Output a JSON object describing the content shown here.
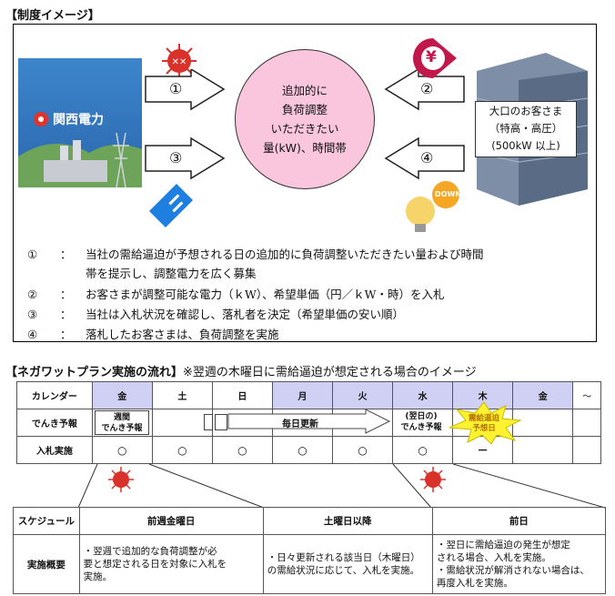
{
  "section1": {
    "title": "【制度イメージ】",
    "company": "関西電力",
    "center_lines": [
      "追加的に",
      "負荷調整",
      "いただきたい",
      "量(kW)、時間帯"
    ],
    "arrow_labels": [
      "①",
      "③",
      "②",
      "④"
    ],
    "customer_lines": [
      "大口のお客さま",
      "（特高・高圧）",
      "(500kW 以上)"
    ],
    "yen": "¥",
    "down_label": "DOWN",
    "legend": [
      {
        "num": "①",
        "colon": "：",
        "text": "当社の需給逼迫が予想される日の追加的に負荷調整いただきたい量および時間",
        "text2": "帯を提示し、調整電力を広く募集"
      },
      {
        "num": "②",
        "colon": "：",
        "text": "お客さまが調整可能な電力（ｋW）、希望単価（円／ｋW・時）を入札"
      },
      {
        "num": "③",
        "colon": "：",
        "text": "当社は入札状況を確認し、落札者を決定（希望単価の安い順）"
      },
      {
        "num": "④",
        "colon": "：",
        "text": "落札したお客さまは、負荷調整を実施"
      }
    ]
  },
  "section2": {
    "title": "【ネガワットプラン実施の流れ】",
    "note": "※翌週の木曜日に需給逼迫が想定される場合のイメージ",
    "row_labels": [
      "カレンダー",
      "でんき予報",
      "入札実施"
    ],
    "days": [
      "金",
      "土",
      "日",
      "月",
      "火",
      "水",
      "木",
      "金",
      "～"
    ],
    "weekly_forecast": [
      "週間",
      "でんき予報"
    ],
    "daily_update": "毎日更新",
    "next_day_forecast": [
      "(翌日の)",
      "でんき予報"
    ],
    "tight_badge": [
      "需給逼迫",
      "予想日"
    ],
    "bids": [
      "○",
      "○",
      "○",
      "○",
      "○",
      "○",
      "－"
    ]
  },
  "schedule": {
    "header_label": "スケジュール",
    "body_label": "実施概要",
    "columns": [
      {
        "header": "前週金曜日",
        "body": [
          "・翌週で追加的な負荷調整が必",
          "要と想定される日を対象に入札を",
          "実施。"
        ]
      },
      {
        "header": "土曜日以降",
        "body": [
          "・日々更新される該当日（木曜日）",
          "の需給状況に応じて、入札を実施。"
        ]
      },
      {
        "header": "前日",
        "body": [
          "・翌日に需給逼迫の発生が想定",
          "される場合、入札を実施。",
          "・需給状況が解消されない場合は、",
          "再度入札を実施。"
        ]
      }
    ]
  },
  "colors": {
    "blue_bg": "#2c6fb6",
    "pink": "#f9c6dd",
    "day_highlight": "#cfd0f4",
    "badge_yellow": "#fff230",
    "red_face": "#d8322b"
  }
}
